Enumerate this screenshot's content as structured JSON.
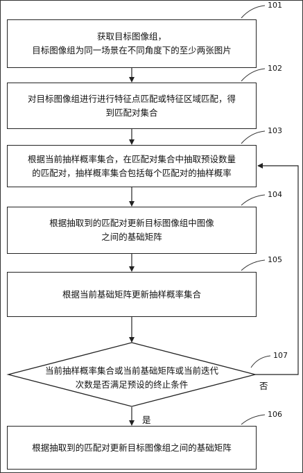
{
  "steps": {
    "s101": {
      "ref": "101",
      "lines": [
        "获取目标图像组，",
        "目标图像组为同一场景在不同角度下的至少两张图片"
      ]
    },
    "s102": {
      "ref": "102",
      "lines": [
        "对目标图像组进行进行特征点匹配或特征区域匹配，得",
        "到匹配对集合"
      ]
    },
    "s103": {
      "ref": "103",
      "lines": [
        "根据当前抽样概率集合，在匹配对集合中抽取预设数量",
        "的匹配对，抽样概率集合包括每个匹配对的抽样概率"
      ]
    },
    "s104": {
      "ref": "104",
      "lines": [
        "根据抽取到的匹配对更新目标图像组中图像",
        "之间的基础矩阵"
      ]
    },
    "s105": {
      "ref": "105",
      "lines": [
        "根据当前基础矩阵更新抽样概率集合"
      ]
    },
    "s107": {
      "ref": "107",
      "lines": [
        "当前抽样概率集合或当前基础矩阵或当前迭代",
        "次数是否满足预设的终止条件"
      ]
    },
    "s106": {
      "ref": "106",
      "lines": [
        "根据抽取到的匹配对更新目标图像组之间的基础矩阵"
      ]
    }
  },
  "branches": {
    "yes": "是",
    "no": "否"
  }
}
